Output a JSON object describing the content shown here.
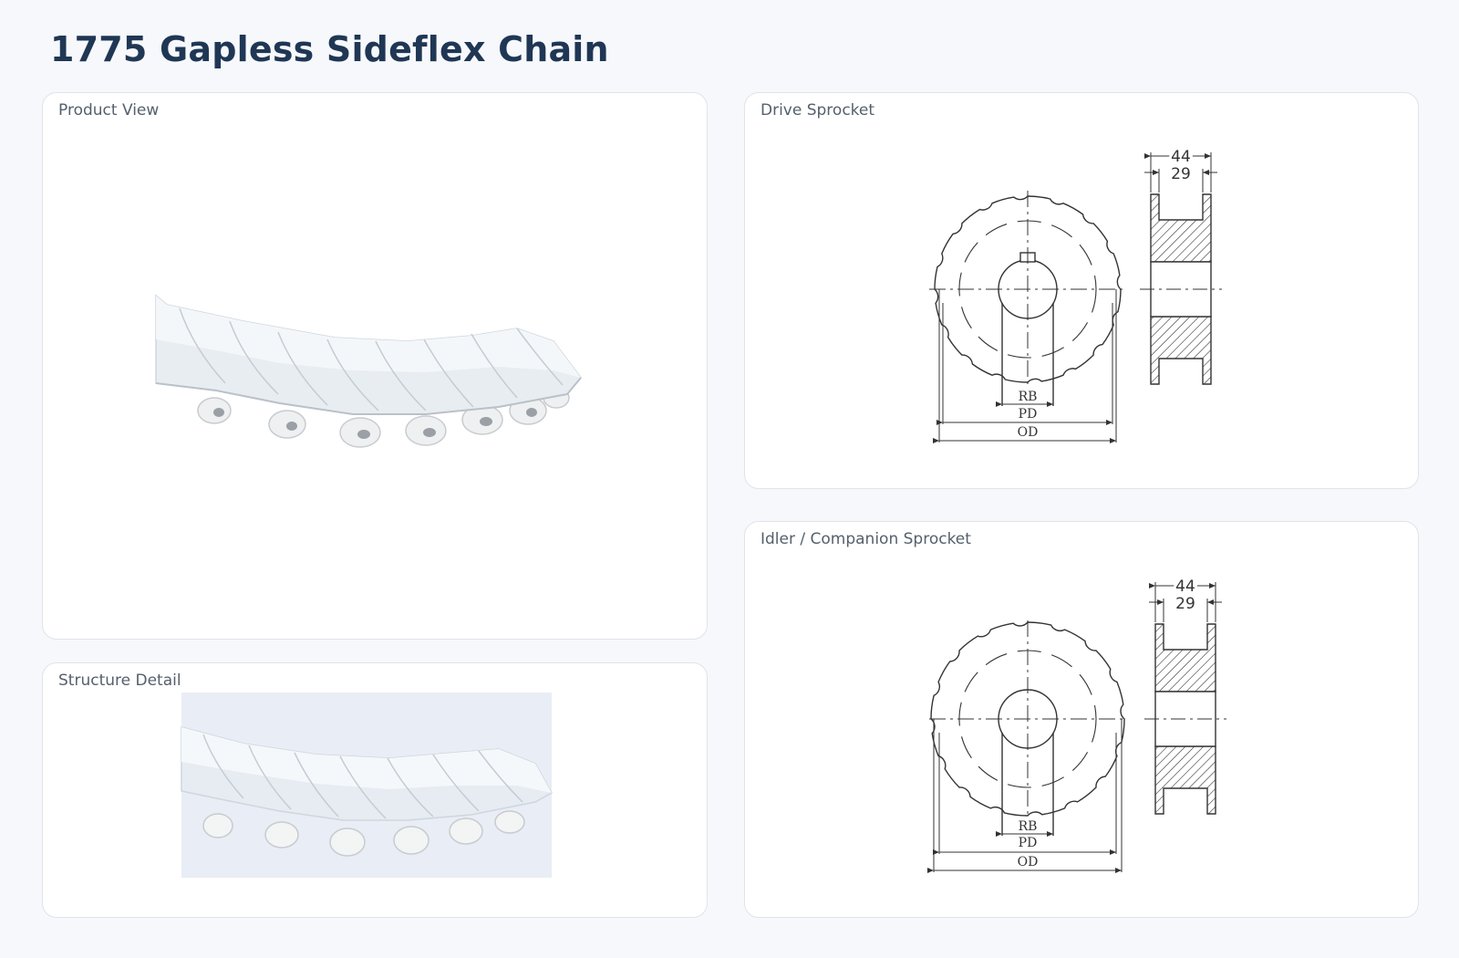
{
  "page": {
    "title": "1775 Gapless Sideflex Chain"
  },
  "panels": {
    "product": {
      "label": "Product View"
    },
    "structure": {
      "label": "Structure Detail"
    },
    "drive": {
      "label": "Drive Sprocket"
    },
    "idler": {
      "label": "Idler / Companion Sprocket"
    }
  },
  "drawing": {
    "width_outer": "44",
    "width_inner": "29",
    "rb": "RB",
    "pd": "PD",
    "od": "OD"
  },
  "colors": {
    "title": "#1f3754",
    "label": "#55606d",
    "card_border": "#dfe4ea",
    "background": "#f6f8fb",
    "structure_bg": "#e9edf5"
  }
}
